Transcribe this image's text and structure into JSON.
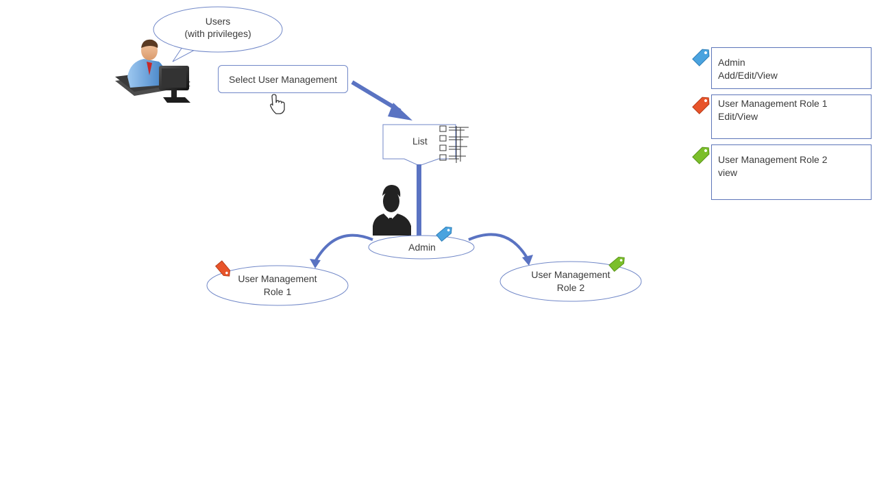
{
  "diagram": {
    "speech_bubble": {
      "line1": "Users",
      "line2": "(with privileges)"
    },
    "select_box": {
      "label": "Select User Management"
    },
    "list_node": {
      "label": "List"
    },
    "admin_node": {
      "label": "Admin"
    },
    "role1_node": {
      "line1": "User Management",
      "line2": "Role 1"
    },
    "role2_node": {
      "line1": "User Management",
      "line2": "Role 2"
    }
  },
  "legend": [
    {
      "title": "Admin",
      "permissions": "Add/Edit/View",
      "tag_color": "#4aa3df"
    },
    {
      "title": "User Management Role 1",
      "permissions": "Edit/View",
      "tag_color": "#e8542a"
    },
    {
      "title": "User Management Role 2",
      "permissions": "view",
      "tag_color": "#7bbf2a"
    }
  ],
  "colors": {
    "line": "#6f86c7",
    "arrow": "#5a73c2"
  }
}
